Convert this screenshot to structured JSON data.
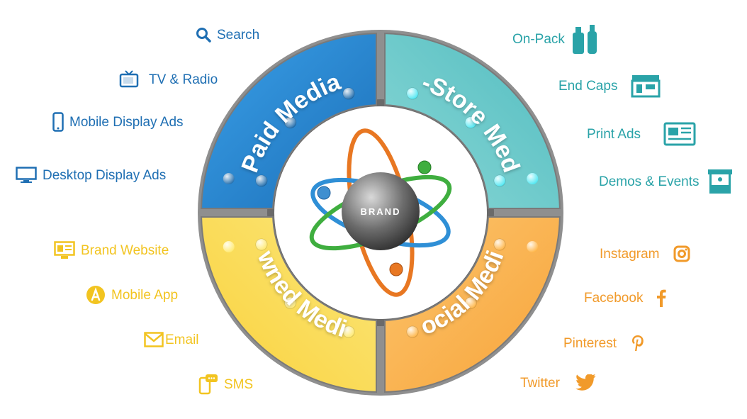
{
  "center": {
    "label": "BRAND"
  },
  "quadrants": [
    {
      "key": "paid",
      "label": "Paid Media",
      "color": "#2f8fd6",
      "color_dark": "#1f6fb3"
    },
    {
      "key": "instore",
      "label": "In-Store Media",
      "color": "#5cc6c6",
      "color_dark": "#2aa3a8"
    },
    {
      "key": "owned",
      "label": "Owned Media",
      "color": "#f7d23a",
      "color_dark": "#f2c420"
    },
    {
      "key": "social",
      "label": "Social Media",
      "color": "#f7a640",
      "color_dark": "#f19a2a"
    }
  ],
  "channels": {
    "paid": [
      {
        "label": "Search",
        "icon": "search-icon"
      },
      {
        "label": "TV & Radio",
        "icon": "tv-icon"
      },
      {
        "label": "Mobile Display Ads",
        "icon": "mobile-phone-icon"
      },
      {
        "label": "Desktop Display Ads",
        "icon": "desktop-monitor-icon"
      }
    ],
    "instore": [
      {
        "label": "On-Pack",
        "icon": "bottles-icon"
      },
      {
        "label": "End Caps",
        "icon": "store-shelf-icon"
      },
      {
        "label": "Print Ads",
        "icon": "newspaper-icon"
      },
      {
        "label": "Demos & Events",
        "icon": "booth-icon"
      }
    ],
    "owned": [
      {
        "label": "Brand Website",
        "icon": "website-icon"
      },
      {
        "label": "Mobile App",
        "icon": "app-store-icon"
      },
      {
        "label": "Email",
        "icon": "envelope-icon"
      },
      {
        "label": "SMS",
        "icon": "sms-phone-icon"
      }
    ],
    "social": [
      {
        "label": "Instagram",
        "icon": "instagram-icon"
      },
      {
        "label": "Facebook",
        "icon": "facebook-icon"
      },
      {
        "label": "Pinterest",
        "icon": "pinterest-icon"
      },
      {
        "label": "Twitter",
        "icon": "twitter-icon"
      }
    ]
  }
}
